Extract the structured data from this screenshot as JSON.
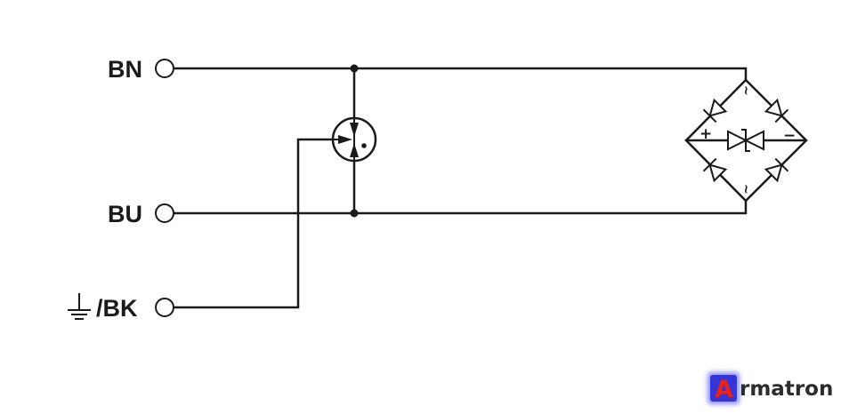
{
  "terminals": [
    {
      "label": "BN"
    },
    {
      "label": "BU"
    },
    {
      "label": "/BK"
    }
  ],
  "bridge": {
    "plus": "+",
    "minus": "−",
    "ac": "~"
  },
  "logo": {
    "initial": "A",
    "rest": "rmatron"
  },
  "colors": {
    "line": "#1a1a1a",
    "logo_bg": "#3535d8",
    "logo_glow": "#8a8cff",
    "logo_letter": "#e8231c"
  }
}
